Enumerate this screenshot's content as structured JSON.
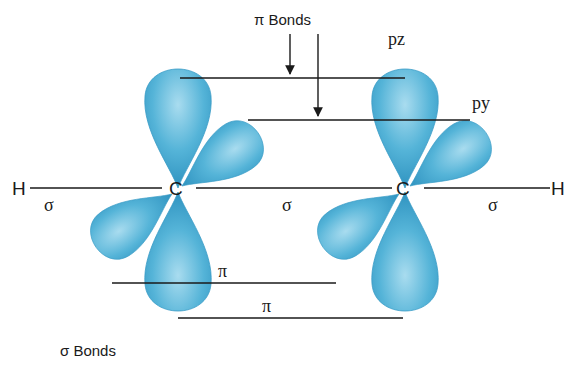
{
  "diagram": {
    "labels": [
      "π Bonds",
      "pz",
      "py",
      "H",
      "σ",
      "C",
      "σ",
      "C",
      "σ",
      "H",
      "π",
      "π",
      "σ Bonds"
    ]
  }
}
